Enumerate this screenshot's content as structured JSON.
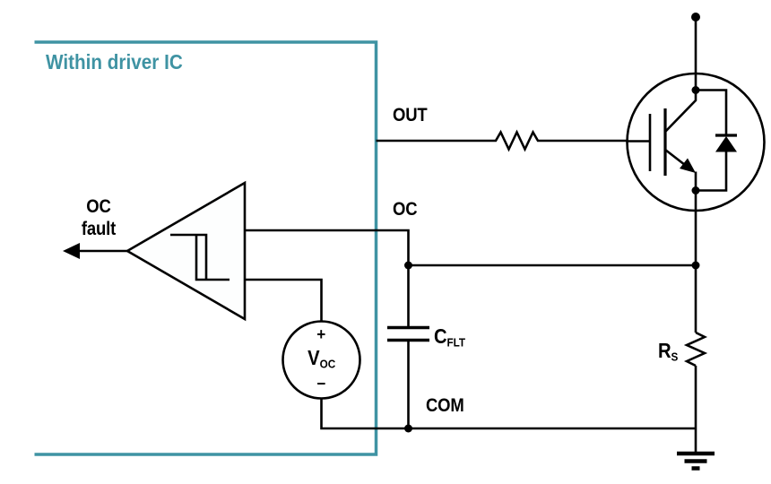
{
  "title": "Within driver IC",
  "colors": {
    "box_teal": "#3f93a3",
    "wire_black": "#000000",
    "background": "#ffffff"
  },
  "labels": {
    "fault": {
      "line1": "OC",
      "line2": "fault"
    },
    "pins": {
      "out": "OUT",
      "oc": "OC",
      "com": "COM"
    },
    "capacitor": {
      "symbol": "C",
      "subscript": "FLT"
    },
    "voltage_source": {
      "symbol": "V",
      "subscript": "OC",
      "plus": "+",
      "minus": "−"
    },
    "sense_resistor": {
      "symbol": "R",
      "subscript": "S"
    }
  },
  "components": [
    {
      "name": "driver-ic-boundary",
      "type": "dashed-region",
      "label": "Within driver IC"
    },
    {
      "name": "overcurrent-comparator",
      "type": "comparator-with-hysteresis",
      "output": "OC fault"
    },
    {
      "name": "oc-threshold-source",
      "type": "dc-voltage-source",
      "label": "VOC"
    },
    {
      "name": "fault-filter-capacitor",
      "type": "capacitor",
      "label": "CFLT"
    },
    {
      "name": "gate-resistor",
      "type": "resistor",
      "label": ""
    },
    {
      "name": "current-sense-resistor",
      "type": "resistor",
      "label": "RS"
    },
    {
      "name": "power-switch",
      "type": "igbt-with-freewheeling-diode"
    },
    {
      "name": "ground",
      "type": "ground-symbol"
    }
  ]
}
